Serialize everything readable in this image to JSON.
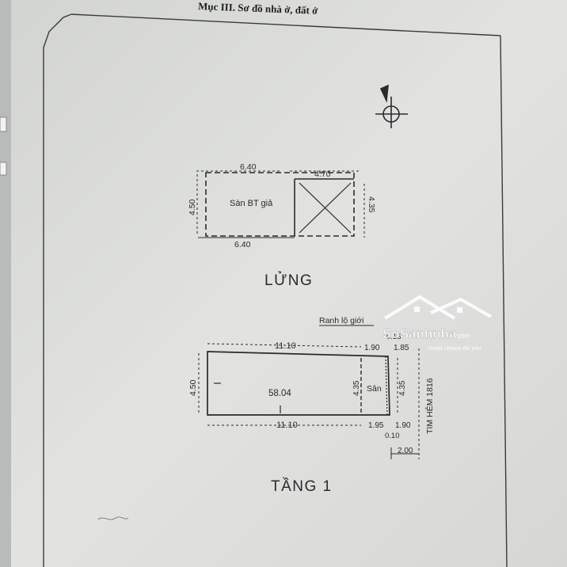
{
  "document": {
    "section_title": "Mục III. Sơ đồ nhà ở, đất ở"
  },
  "upper_plan": {
    "slab_label": "Sàn BT giả",
    "top_left_dim": "6.40",
    "top_right_dim": "4.70",
    "bottom_dim": "6.40",
    "left_dim": "4.50",
    "right_dim": "4.35",
    "floor_title": "LỬNG"
  },
  "ground_plan": {
    "boundary_label": "Ranh lộ giới",
    "top_dim": "11.10",
    "top_dim_2": "1.90",
    "top_dim_3": "1.85",
    "top_small": "0.15",
    "area": "58.04",
    "yard_label": "Sân",
    "left_dim": "4.50",
    "inner_dim": "4.35",
    "right_dim": "4.35",
    "bottom_dim": "11.10",
    "bottom_dim_2": "1.95",
    "bottom_dim_3": "1.90",
    "bottom_small": "0.10",
    "offset_dim": "2.00",
    "alley_label": "TIM HẺM 1816",
    "floor_title": "TẦNG 1"
  },
  "watermark": {
    "brand": "SoSanhnha",
    "domain_suffix": ".com",
    "tagline": "Great choice for you"
  },
  "colors": {
    "paper": "#dedfdd",
    "ink": "#2a2a2a",
    "watermark": "#ffffff"
  }
}
